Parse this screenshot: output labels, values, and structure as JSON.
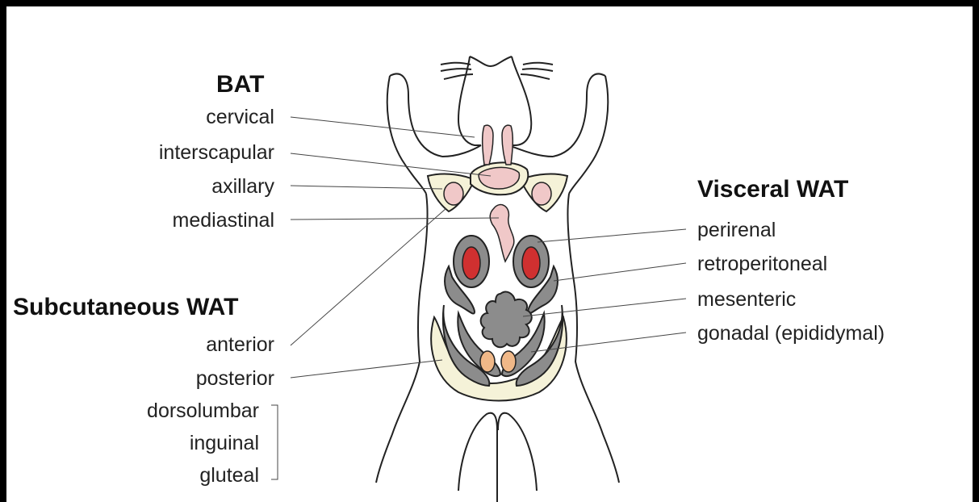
{
  "bat": {
    "heading": "BAT",
    "items": [
      "cervical",
      "interscapular",
      "axillary",
      "mediastinal"
    ]
  },
  "subcutaneous": {
    "heading": "Subcutaneous WAT",
    "items": [
      "anterior",
      "posterior",
      "dorsolumbar",
      "inguinal",
      "gluteal"
    ]
  },
  "visceral": {
    "heading": "Visceral WAT",
    "items": [
      "perirenal",
      "retroperitoneal",
      "mesenteric",
      "gonadal (epididymal)"
    ]
  },
  "colors": {
    "bat_fat": "#f0c8c8",
    "kidney": "#d03030",
    "visceral_fat": "#8c8c8c",
    "subcutaneous_fat": "#f5f2d8",
    "gonad": "#f0b888",
    "outline": "#222222"
  }
}
